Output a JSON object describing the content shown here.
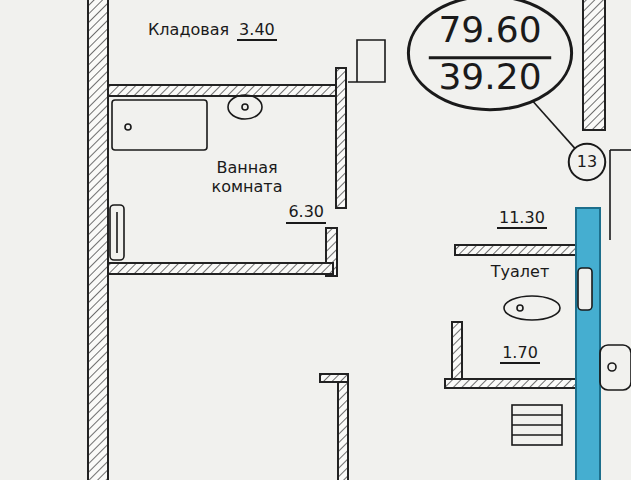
{
  "diagram": {
    "nodes": [
      {
        "text": [
          "Кладовая",
          "3.40"
        ]
      },
      {
        "text": [
          "79.60",
          "39.20"
        ]
      },
      {
        "text": [
          "Ванная комната",
          "6.30"
        ]
      },
      {
        "text": [
          "13"
        ]
      },
      {
        "text": [
          "Туалет",
          "1.70"
        ]
      }
    ],
    "edges": [
      {
        "from": 1,
        "to": 3,
        "arrow": "none"
      }
    ],
    "labels": [
      "11.30"
    ]
  }
}
